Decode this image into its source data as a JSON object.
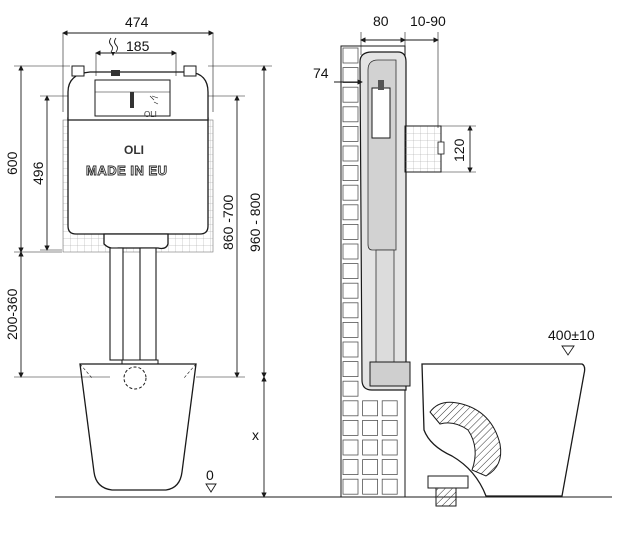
{
  "dimensions": {
    "width_total": "474",
    "width_center": "185",
    "height_frame": "600",
    "height_tank": "496",
    "height_adjust": "200-360",
    "height_range_1": "860 -700",
    "height_range_2": "960 - 800",
    "floor_x": "x",
    "floor_zero": "0",
    "depth_80": "80",
    "depth_adj": "10-90",
    "depth_74": "74",
    "pipe_120": "120",
    "bowl_height": "400±10"
  },
  "labels": {
    "brand": "OLI",
    "made_in": "MADE IN EU",
    "brand_small": "OLI"
  },
  "icons": {
    "flush_symbol": "water-flush-icon",
    "level_marker": "level-triangle-icon"
  }
}
